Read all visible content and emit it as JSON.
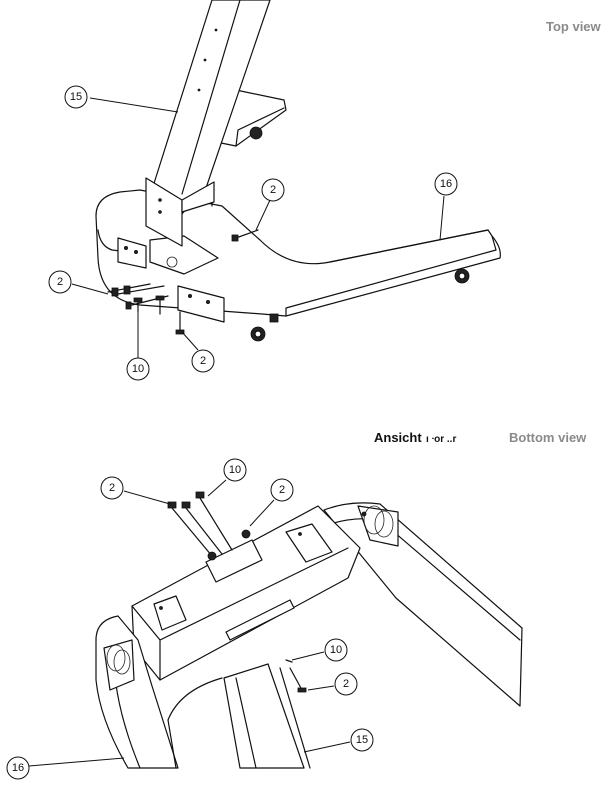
{
  "labels": {
    "top_view": "Top view",
    "ansicht": "Ansicht",
    "ansicht_partial": "ı ᐧor ..r",
    "bottom_view": "Bottom view"
  },
  "callouts": {
    "top": [
      "15",
      "2",
      "16",
      "2",
      "10",
      "2"
    ],
    "bottom": [
      "2",
      "10",
      "2",
      "10",
      "2",
      "15",
      "16"
    ]
  }
}
